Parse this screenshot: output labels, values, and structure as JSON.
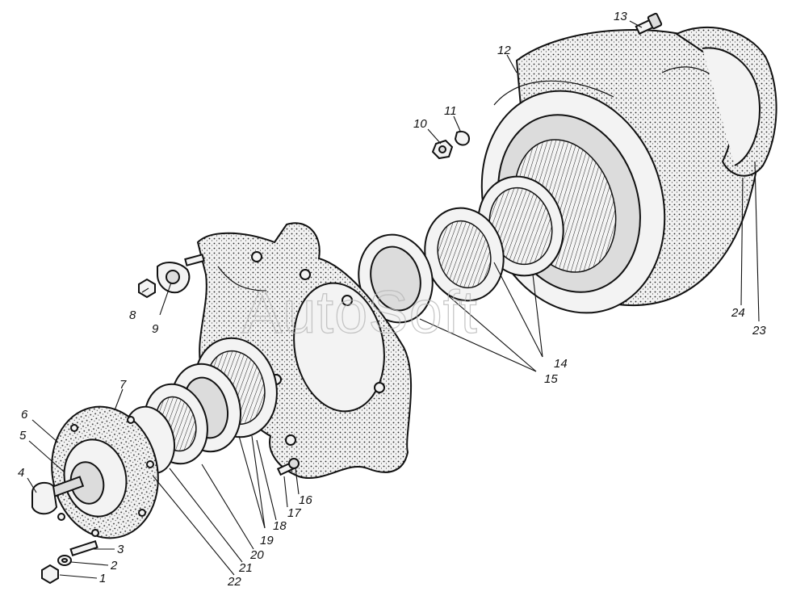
{
  "watermark": "AutoSoft",
  "callouts": [
    "1",
    "2",
    "3",
    "4",
    "5",
    "6",
    "7",
    "8",
    "9",
    "10",
    "11",
    "12",
    "13",
    "14",
    "15",
    "16",
    "17",
    "18",
    "19",
    "20",
    "21",
    "22",
    "23",
    "24"
  ]
}
